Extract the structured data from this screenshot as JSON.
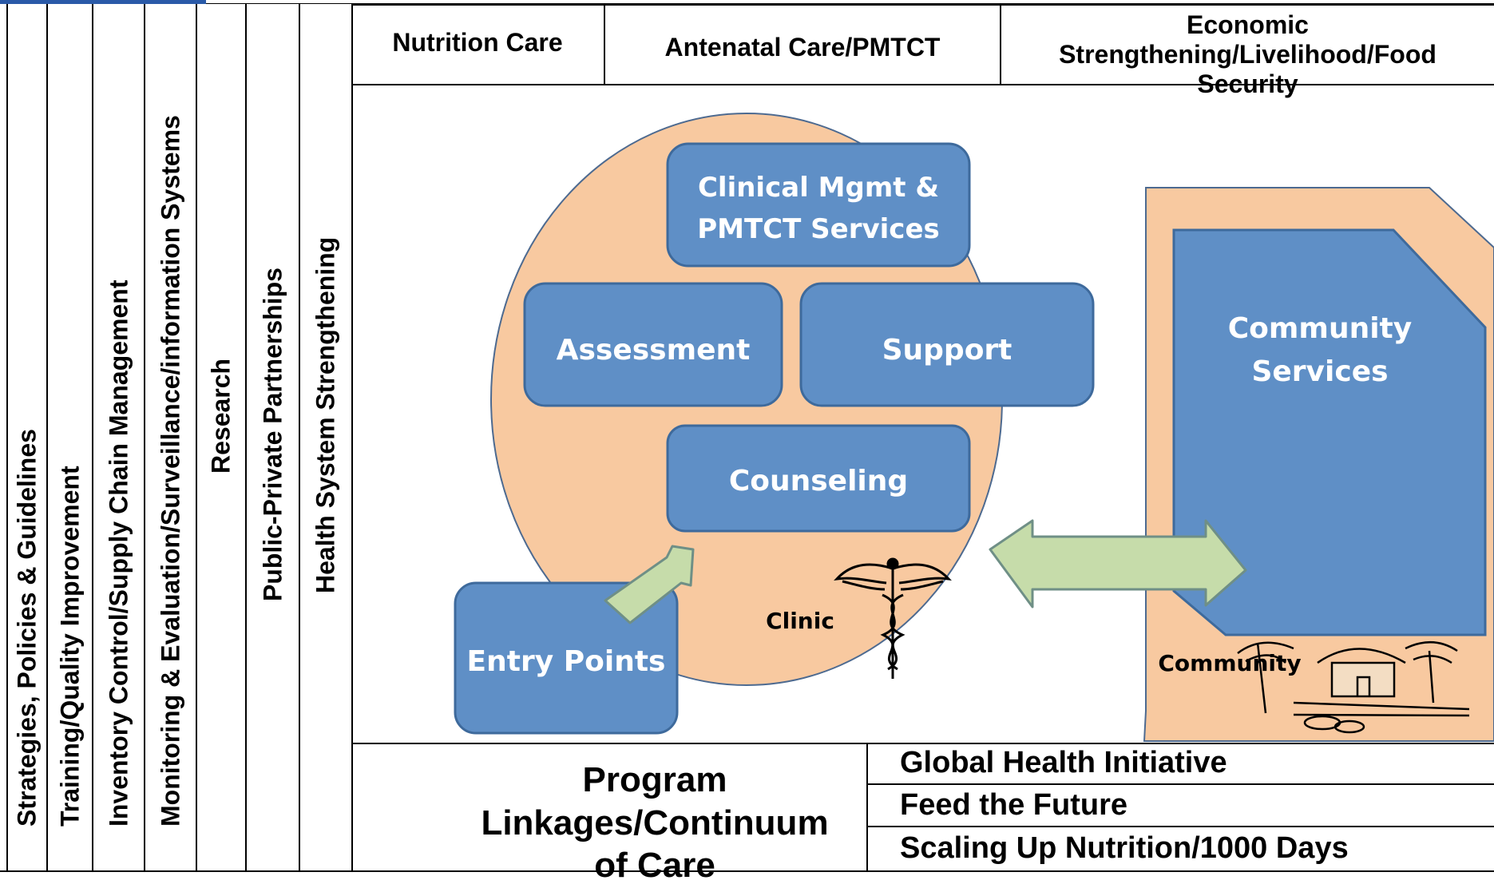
{
  "pillars": [
    "Strategies, Policies & Guidelines",
    "Training/Quality Improvement",
    "Inventory Control/Supply Chain Management",
    "Monitoring & Evaluation/Surveillance/information Systems",
    "Research",
    "Public-Private Partnerships",
    "Health System Strengthening"
  ],
  "header": {
    "nutrition_care": "Nutrition Care",
    "antenatal": "Antenatal Care/PMTCT",
    "economic_line1": "Economic",
    "economic_line2": "Strengthening/Livelihood/Food",
    "economic_line3": "Security"
  },
  "diagram": {
    "clinical_line1": "Clinical Mgmt &",
    "clinical_line2": "PMTCT Services",
    "assessment": "Assessment",
    "support": "Support",
    "counseling": "Counseling",
    "entry_points": "Entry Points",
    "clinic": "Clinic",
    "community_line1": "Community",
    "community_line2": "Services",
    "community": "Community"
  },
  "bottom": {
    "program_line1": "Program",
    "program_line2": "Linkages/Continuum",
    "program_line3": "of Care",
    "initiatives": [
      "Global Health Initiative",
      "Feed the Future",
      "Scaling Up Nutrition/1000 Days"
    ]
  },
  "colors": {
    "box_fill": "#5f8fc6",
    "box_stroke": "#3e6a9c",
    "peach": "#f8c9a0",
    "arrow_fill": "#c6dcaa",
    "arrow_stroke": "#6f8f86"
  }
}
